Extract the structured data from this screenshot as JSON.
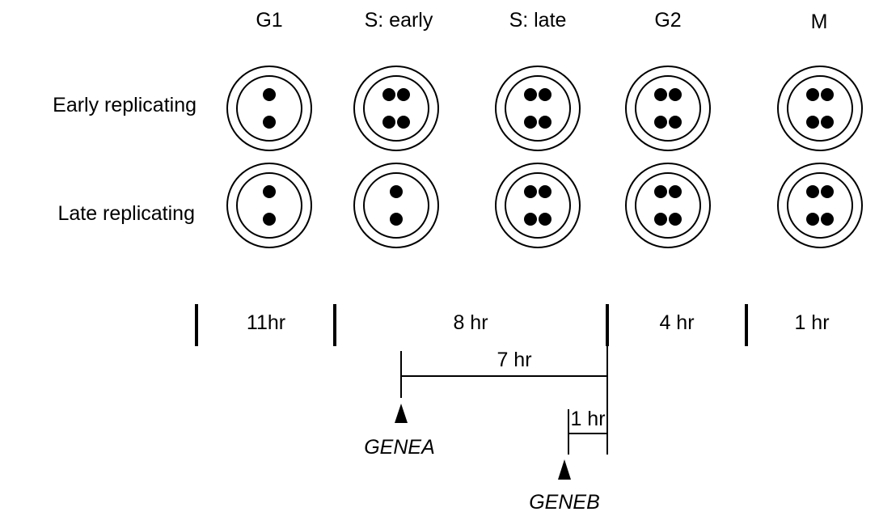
{
  "phases": [
    "G1",
    "S: early",
    "S: late",
    "G2",
    "M"
  ],
  "rows": [
    {
      "label": "Early replicating",
      "dots": [
        2,
        4,
        4,
        4,
        4
      ]
    },
    {
      "label": "Late replicating",
      "dots": [
        2,
        2,
        4,
        4,
        4
      ]
    }
  ],
  "durations": [
    "11hr",
    "8 hr",
    "4 hr",
    "1 hr"
  ],
  "intervals": {
    "long_label": "7 hr",
    "short_label": "1 hr"
  },
  "genes": {
    "a": "GENEA",
    "b": "GENEB"
  }
}
